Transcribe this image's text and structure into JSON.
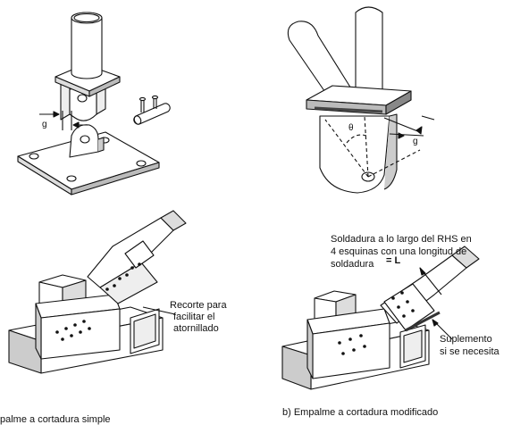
{
  "labels": {
    "g_top_left": "g",
    "g_top_right": "g",
    "theta": "θ",
    "recorte_l1": "Recorte para",
    "recorte_l2": "facilitar el",
    "recorte_l3": "atornillado",
    "soldadura_l1": "Soldadura a lo largo del RHS en",
    "soldadura_l2": "4 esquinas con una longitud de",
    "soldadura_l3": "soldadura",
    "soldadura_L": "= L",
    "suplemento_l1": "Suplemento",
    "suplemento_l2": "si se necesita"
  },
  "captions": {
    "a": "palme a cortadura simple",
    "b": "b) Empalme a cortadura modificado"
  }
}
